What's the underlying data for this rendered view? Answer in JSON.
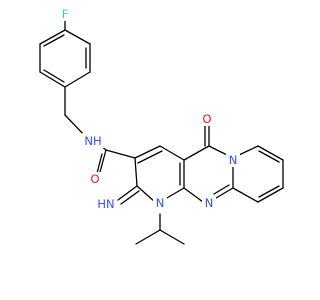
{
  "molecule": {
    "atoms": {
      "F": {
        "text": "F",
        "color": "#33cccc"
      },
      "NH": {
        "text": "NH",
        "color": "#3050f8"
      },
      "O_amide": {
        "text": "O",
        "color": "#ff0d0d"
      },
      "O_ketone": {
        "text": "O",
        "color": "#ff0d0d"
      },
      "N_ring_top": {
        "text": "N",
        "color": "#3050f8"
      },
      "N_ring_left": {
        "text": "N",
        "color": "#3050f8"
      },
      "N_ring_bottom": {
        "text": "N",
        "color": "#3050f8"
      },
      "imine": {
        "text": "HN",
        "color": "#3050f8"
      }
    }
  }
}
